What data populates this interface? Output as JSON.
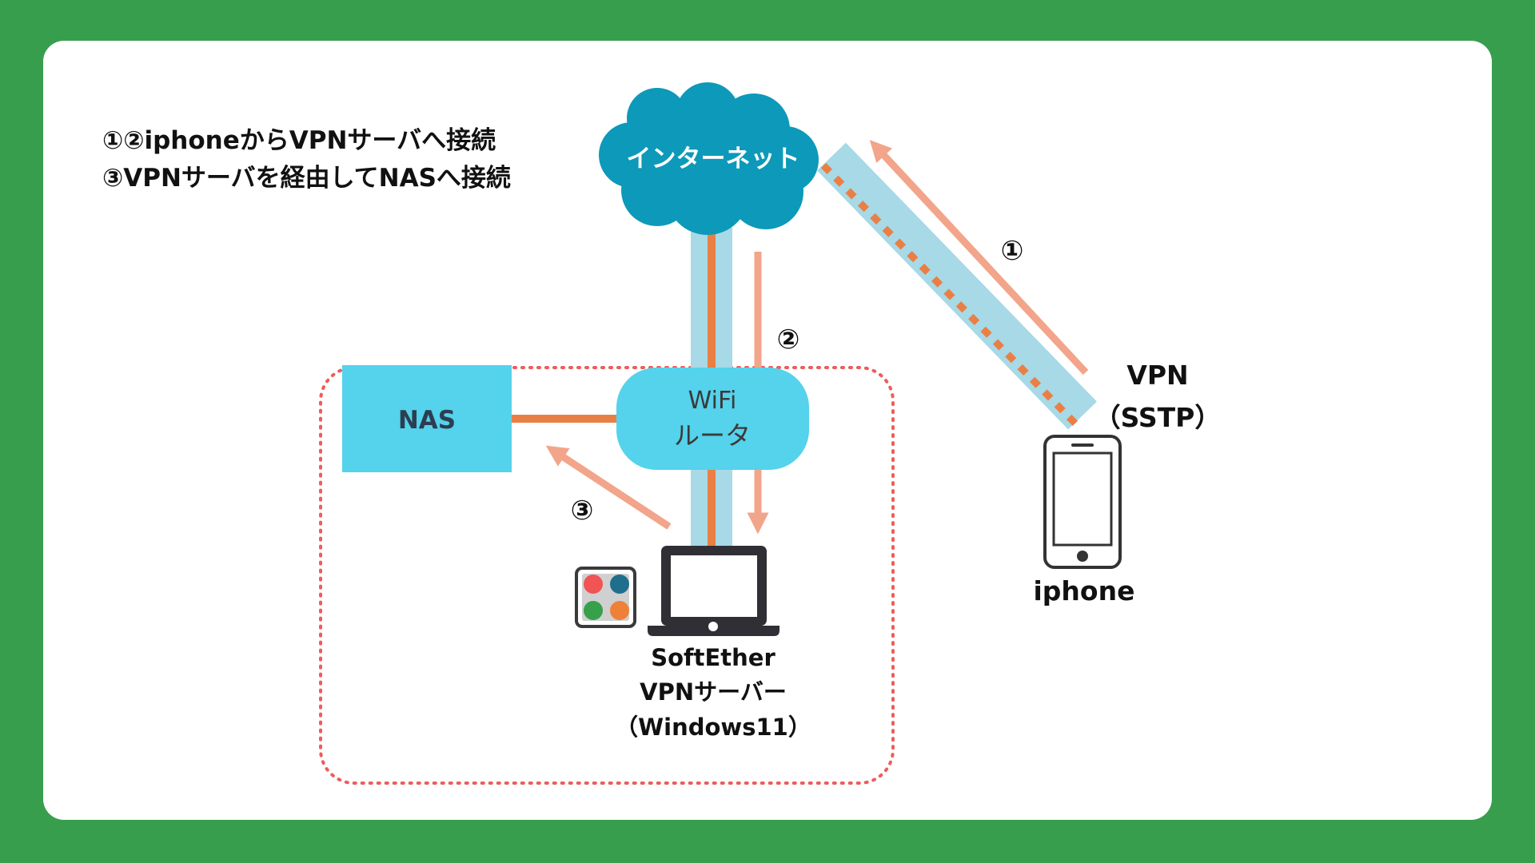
{
  "notes": {
    "line1": "①②iphoneからVPNサーバへ接続",
    "line2": "③VPNサーバを経由してNASへ接続"
  },
  "internet": {
    "label": "インターネット"
  },
  "router": {
    "line1": "WiFi",
    "line2": "ルータ"
  },
  "nas": {
    "label": "NAS"
  },
  "server": {
    "line1": "SoftEther",
    "line2": "VPNサーバー",
    "line3": "（Windows11）"
  },
  "vpn": {
    "line1": "VPN",
    "line2": "（SSTP）"
  },
  "phone": {
    "label": "iphone"
  },
  "steps": {
    "s1": "①",
    "s2": "②",
    "s3": "③"
  },
  "colors": {
    "background": "#379e4d",
    "cloud": "#0d99b9",
    "router": "#55d2ec",
    "nas": "#55d2ec",
    "tunnel": "#a7d9e6",
    "link": "#ea7f45",
    "arrow": "#f2a58a",
    "lan_border": "#ef5b5b"
  },
  "icons": {
    "laptop": "laptop-icon",
    "phone": "smartphone-icon",
    "softether": "softether-logo-icon"
  }
}
